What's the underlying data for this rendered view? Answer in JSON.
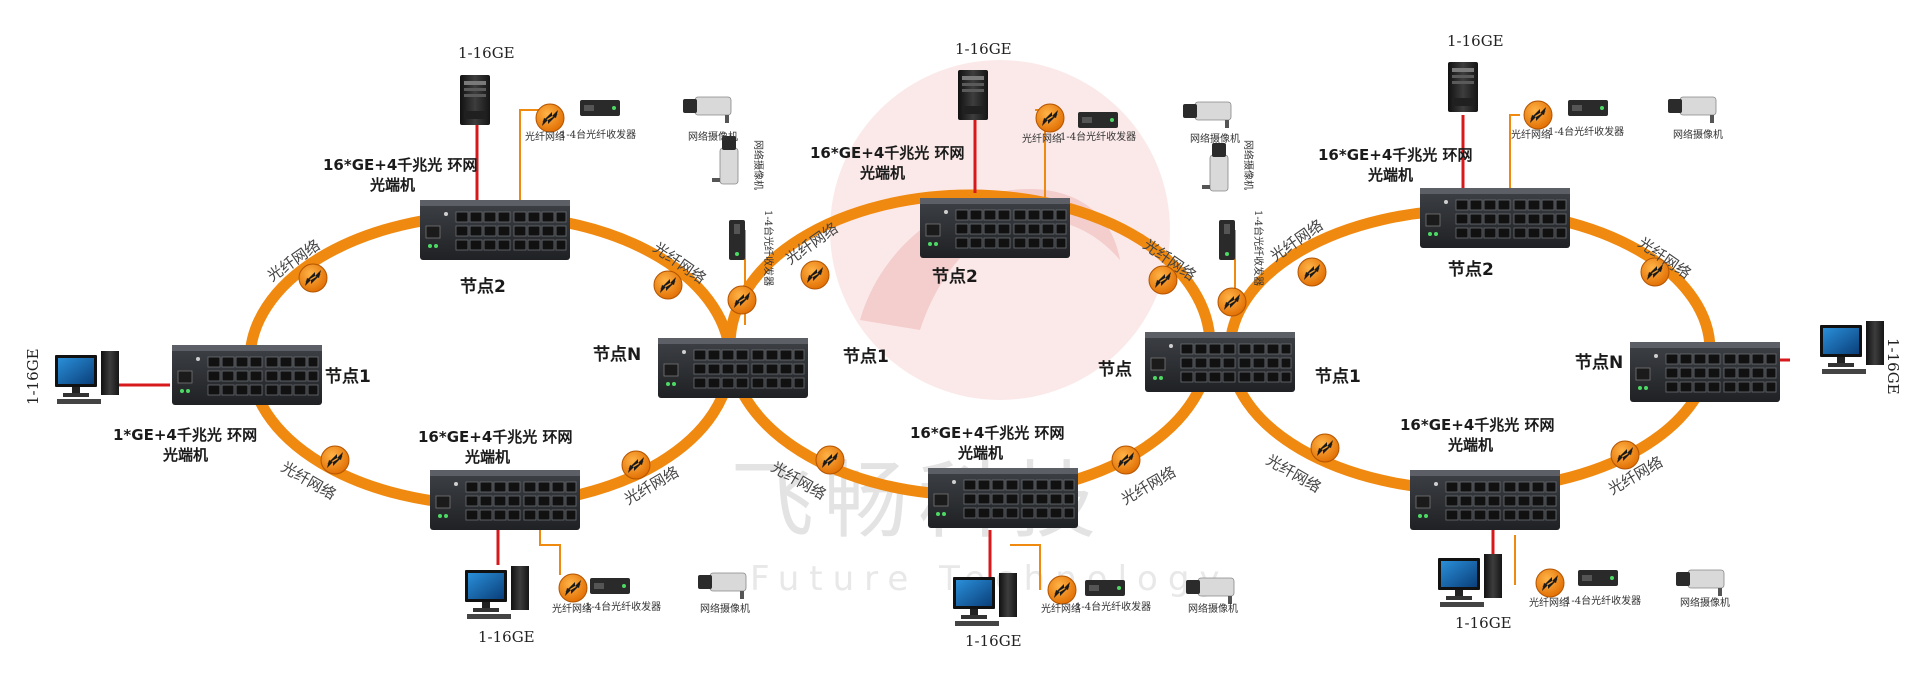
{
  "labels": {
    "ge_range": "1-16GE",
    "ge_range_lower": "1-16GE",
    "switch_16": "16*GE+4千兆光 环网",
    "switch_1": "1*GE+4千兆光 环网",
    "terminal": "光端机",
    "node1": "节点1",
    "node2": "节点2",
    "nodeN": "节点N",
    "node": "节点",
    "fiber_network": "光纤网络",
    "transceiver": "1-4台光纤收发器",
    "fiber_net_small": "光纤网络",
    "camera": "网络摄像机",
    "side_transceiver": "1-4台光纤收发器",
    "side_camera": "网络摄像机"
  },
  "watermark": {
    "chinese": "飞畅科技",
    "english": "Future Technology"
  },
  "colors": {
    "ring": "#f0890f",
    "uplink": "#d7191c",
    "switch_body": "#3a3d42",
    "switch_dark": "#2b2d31",
    "watermark": "#d9a9a9"
  }
}
